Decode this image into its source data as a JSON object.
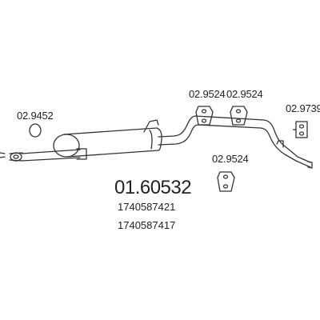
{
  "main_part_number": "01.60532",
  "oem_numbers": [
    "1740587421",
    "1740587417"
  ],
  "part_labels": {
    "ring_clamp": "02.9452",
    "hanger_a": "02.9524",
    "hanger_b": "02.9524",
    "hanger_c": "02.9524",
    "hanger_d": "02.9739"
  },
  "colors": {
    "line": "#333333",
    "text": "#222222",
    "background": "#ffffff"
  }
}
